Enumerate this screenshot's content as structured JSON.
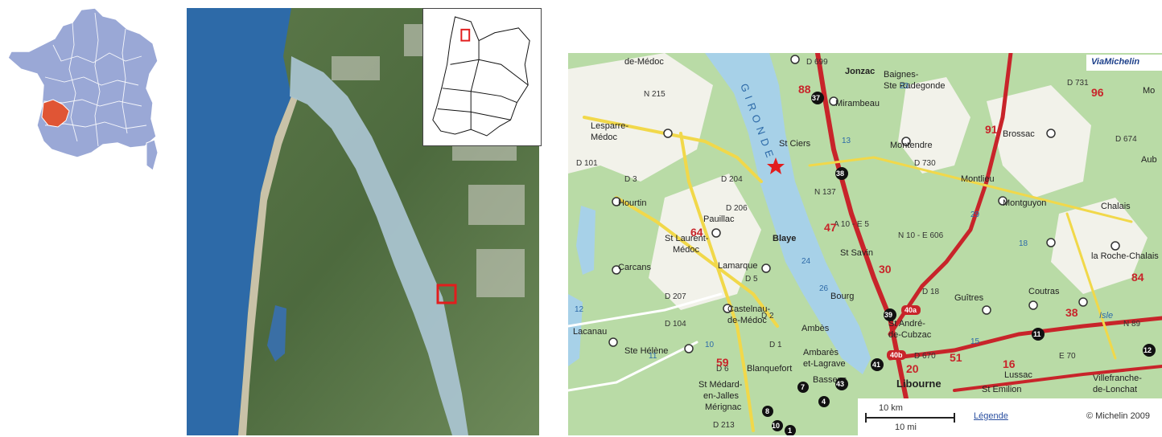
{
  "colors": {
    "france_fill": "#9aa8d6",
    "highlight": "#e05535",
    "sea": "#2d6aa8",
    "estuary": "#a9c3cf",
    "land": "#b9dba6",
    "forest": "#f2f2ea",
    "road_red": "#c8242a",
    "road_yellow": "#f1d84a",
    "marker": "#e21d1d"
  },
  "icons": {
    "france": "france-map",
    "star": "star-icon",
    "brand": "viamichelin-logo"
  },
  "map": {
    "brand": "ViaMichelin",
    "scale_km": "10 km",
    "scale_mi": "10 mi",
    "legend_link": "Légende",
    "copyright": "© Michelin 2009",
    "towns": [
      {
        "name": "de-Médoc"
      },
      {
        "name": "Lesparre-"
      },
      {
        "name": "Médoc"
      },
      {
        "name": "Hourtin"
      },
      {
        "name": "Pauillac"
      },
      {
        "name": "St Laurent-"
      },
      {
        "name": "Médoc"
      },
      {
        "name": "Carcans"
      },
      {
        "name": "Lamarque"
      },
      {
        "name": "Blaye"
      },
      {
        "name": "Castelnau-"
      },
      {
        "name": "de-Médoc"
      },
      {
        "name": "Lacanau"
      },
      {
        "name": "Ste Hélène"
      },
      {
        "name": "Blanquefort"
      },
      {
        "name": "St Médard-"
      },
      {
        "name": "en-Jalles"
      },
      {
        "name": "Mérignac"
      },
      {
        "name": "Jonzac"
      },
      {
        "name": "Mirambeau"
      },
      {
        "name": "Baignes-"
      },
      {
        "name": "Ste Radegonde"
      },
      {
        "name": "Brossac"
      },
      {
        "name": "St Ciers"
      },
      {
        "name": "Montendre"
      },
      {
        "name": "Montlieu"
      },
      {
        "name": "Montguyon"
      },
      {
        "name": "Chalais"
      },
      {
        "name": "la Roche-Chalais"
      },
      {
        "name": "St Savin"
      },
      {
        "name": "Bourg"
      },
      {
        "name": "Guîtres"
      },
      {
        "name": "Coutras"
      },
      {
        "name": "St André-"
      },
      {
        "name": "de-Cubzac"
      },
      {
        "name": "Ambès"
      },
      {
        "name": "Ambarès"
      },
      {
        "name": "et-Lagrave"
      },
      {
        "name": "Bassens"
      },
      {
        "name": "Libourne"
      },
      {
        "name": "Lussac"
      },
      {
        "name": "St Emilion"
      },
      {
        "name": "Villefranche-"
      },
      {
        "name": "de-Lonchat"
      },
      {
        "name": "Isle"
      },
      {
        "name": "Aub"
      },
      {
        "name": "Mo"
      }
    ],
    "roads": [
      {
        "name": "N 215"
      },
      {
        "name": "D 204"
      },
      {
        "name": "D 206"
      },
      {
        "name": "D 3"
      },
      {
        "name": "D 101"
      },
      {
        "name": "D 207"
      },
      {
        "name": "D 104"
      },
      {
        "name": "D 5"
      },
      {
        "name": "D 2"
      },
      {
        "name": "N 137"
      },
      {
        "name": "A 10 - E 5"
      },
      {
        "name": "N 10 - E 606"
      },
      {
        "name": "D 730"
      },
      {
        "name": "D 670"
      },
      {
        "name": "D 18"
      },
      {
        "name": "N 89"
      },
      {
        "name": "E 70"
      },
      {
        "name": "D 213"
      },
      {
        "name": "D 699"
      },
      {
        "name": "D 1"
      },
      {
        "name": "D 6"
      },
      {
        "name": "D 731"
      },
      {
        "name": "D 674"
      }
    ],
    "dept_numbers": [
      "88",
      "64",
      "47",
      "91",
      "96",
      "84",
      "38",
      "59",
      "51",
      "20",
      "16",
      "30",
      "13",
      "23",
      "29",
      "26",
      "24",
      "18",
      "15",
      "12",
      "10",
      "11"
    ],
    "exits": [
      "37",
      "38",
      "39",
      "40a",
      "40b",
      "41",
      "43",
      "1",
      "4",
      "8",
      "10",
      "11",
      "12",
      "7"
    ],
    "river": "GIRONDE"
  }
}
